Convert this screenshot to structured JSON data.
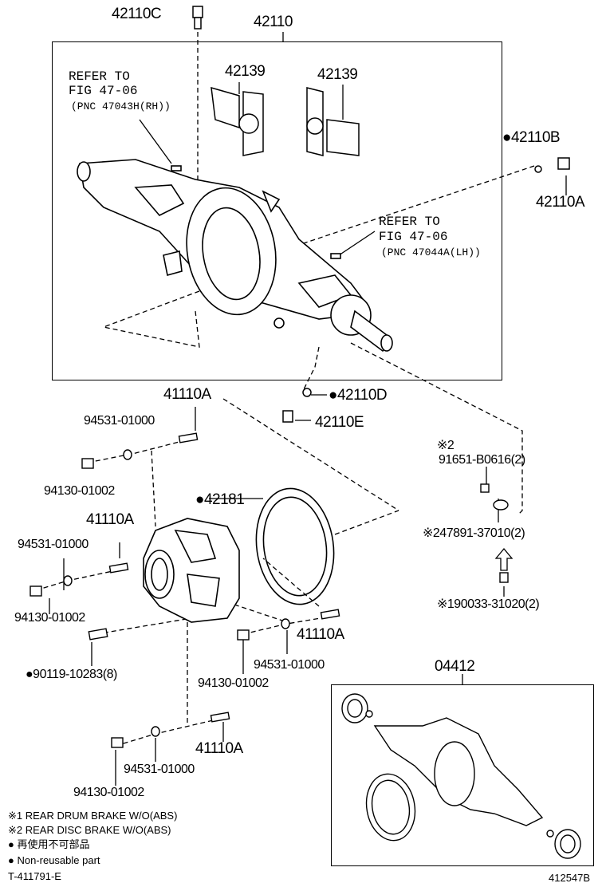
{
  "parts": {
    "p42110C": "42110C",
    "p42110": "42110",
    "p42139_left": "42139",
    "p42139_right": "42139",
    "p42110B": "●42110B",
    "p42110A_top": "42110A",
    "p42110D": "●42110D",
    "p42110E": "42110E",
    "p41110A_a": "41110A",
    "p94531_a": "94531-01000",
    "p94130_a": "94130-01002",
    "p42181": "●42181",
    "p41110A_b": "41110A",
    "p94531_b": "94531-01000",
    "p94130_b": "94130-01002",
    "p41110A_c": "41110A",
    "p90119": "●90119-10283(8)",
    "p94531_c": "94531-01000",
    "p94130_c": "94130-01002",
    "p41110A_d": "41110A",
    "p94531_d": "94531-01000",
    "p94130_d": "94130-01002",
    "p91651_mark": "※2",
    "p91651": "91651-B0616(2)",
    "p47891": "※247891-37010(2)",
    "p90033": "※190033-31020(2)",
    "p04412": "04412"
  },
  "refer_notes": {
    "rh_line1": "REFER TO",
    "rh_line2": "FIG 47-06",
    "rh_line3": "(PNC 47043H(RH))",
    "lh_line1": "REFER TO",
    "lh_line2": "FIG 47-06",
    "lh_line3": "(PNC 47044A(LH))"
  },
  "legend": {
    "note1": "※1 REAR DRUM BRAKE W/O(ABS)",
    "note2": "※2 REAR DISC BRAKE W/O(ABS)",
    "nonreusable_jp": "● 再使用不可部品",
    "nonreusable_en": "● Non-reusable part",
    "figure_code": "T-411791-E",
    "illustration_no": "412547B"
  }
}
